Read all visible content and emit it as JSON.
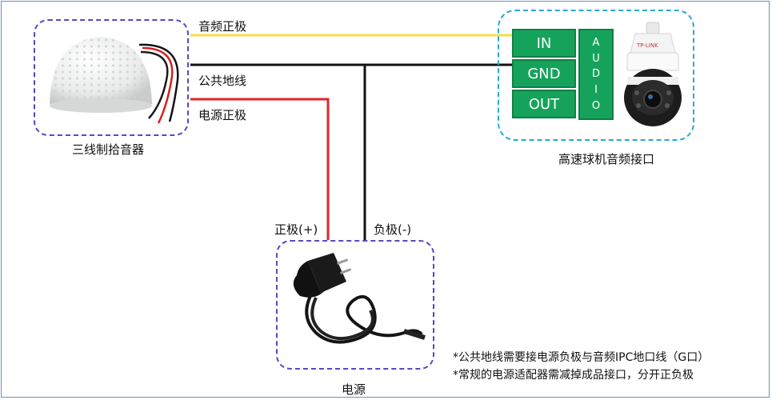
{
  "mic": {
    "caption": "三线制拾音器"
  },
  "camera": {
    "caption": "高速球机音频接口",
    "brand": "TP-LINK"
  },
  "power": {
    "caption": "电源",
    "positive": "正极(+)",
    "negative": "负极(-)"
  },
  "wires": {
    "audio_positive": "音频正极",
    "common_ground": "公共地线",
    "power_positive": "电源正极"
  },
  "terminals": {
    "in": "IN",
    "gnd": "GND",
    "out": "OUT",
    "audio": [
      "A",
      "U",
      "D",
      "I",
      "O"
    ]
  },
  "notes": [
    "*公共地线需要接电源负极与音频IPC地口线（G口）",
    "*常规的电源适配器需减掉成品接口，分开正负极"
  ],
  "colors": {
    "audio_wire": "#f2e04a",
    "ground_wire": "#111111",
    "power_wire": "#e0262a",
    "terminal": "#15a35b"
  }
}
